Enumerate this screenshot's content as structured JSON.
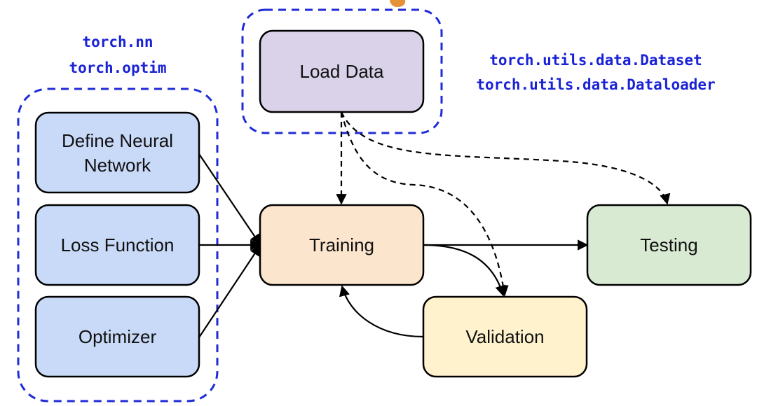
{
  "colors": {
    "module_fill": "#c9daf8",
    "data_fill": "#d9d2e9",
    "training_fill": "#fce5cd",
    "testing_fill": "#d9ead3",
    "validation_fill": "#fff2cc",
    "group_border": "#1f2bd6",
    "code_text": "#1a22d6",
    "title_accent": "#e69138"
  },
  "nodes": {
    "load_data": "Load Data",
    "define_nn_line1": "Define Neural",
    "define_nn_line2": "Network",
    "loss_function": "Loss Function",
    "optimizer": "Optimizer",
    "training": "Training",
    "testing": "Testing",
    "validation": "Validation"
  },
  "labels": {
    "nn_module": "torch.nn",
    "optim_module": "torch.optim",
    "dataset_module": "torch.utils.data.Dataset",
    "dataloader_module": "torch.utils.data.Dataloader"
  }
}
